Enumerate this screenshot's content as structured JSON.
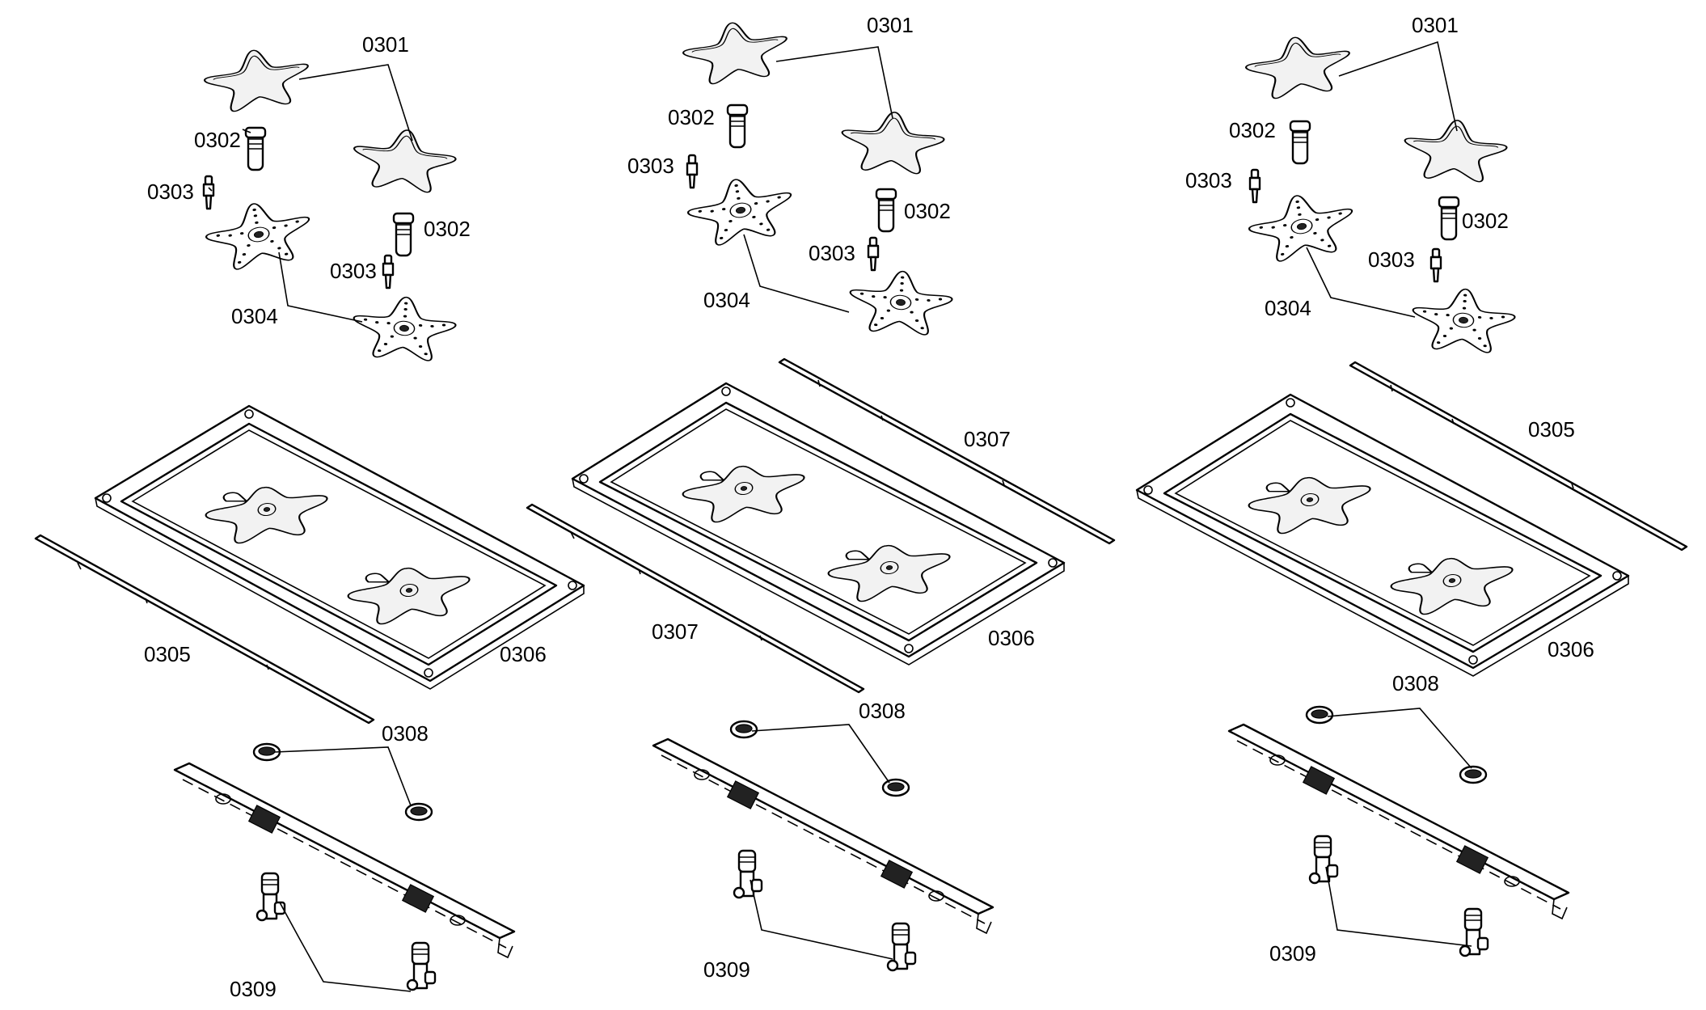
{
  "colors": {
    "ink": "#000000",
    "paper": "#ffffff"
  },
  "labels": {
    "p0301": "0301",
    "p0302": "0302",
    "p0303": "0303",
    "p0304": "0304",
    "p0305": "0305",
    "p0306": "0306",
    "p0307": "0307",
    "p0308": "0308",
    "p0309": "0309"
  }
}
